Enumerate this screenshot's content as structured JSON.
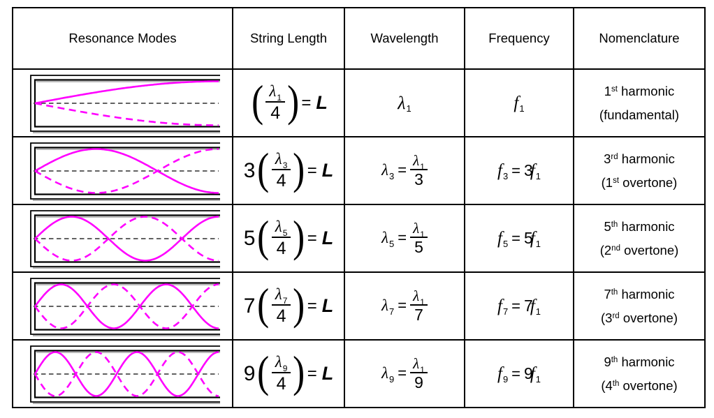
{
  "table": {
    "headers": [
      "Resonance Modes",
      "String Length",
      "Wavelength",
      "Frequency",
      "Nomenclature"
    ]
  },
  "colors": {
    "wave": "#ff00ff",
    "tube": "#000000",
    "tube_shadow": "#a3a3a3",
    "centerline": "#2f2f2f",
    "grid": "#000000"
  },
  "rows": [
    {
      "harmonic": 1,
      "length": {
        "coef": "",
        "open": "(",
        "num": "λ",
        "num_sub": "1",
        "den": "4",
        "close": ")",
        "eq": "=",
        "rhs": "L"
      },
      "wavelength": {
        "lhs": "λ",
        "lhs_sub": "1"
      },
      "frequency": {
        "lhs": "f",
        "lhs_sub": "1"
      },
      "nomenclature": {
        "line1_pre": "1",
        "line1_sup": "st",
        "line1_post": " harmonic",
        "line2_pre": "(fundamental)",
        "line2_sup": "",
        "line2_post": ""
      }
    },
    {
      "harmonic": 3,
      "length": {
        "coef": "3",
        "open": "(",
        "num": "λ",
        "num_sub": "3",
        "den": "4",
        "close": ")",
        "eq": "=",
        "rhs": "L"
      },
      "wavelength": {
        "lhs": "λ",
        "lhs_sub": "3",
        "eq": "=",
        "num": "λ",
        "num_sub": "1",
        "den": "3"
      },
      "frequency": {
        "lhs": "f",
        "lhs_sub": "3",
        "eq": "=",
        "coef": "3",
        "rhs": "f",
        "rhs_sub": "1"
      },
      "nomenclature": {
        "line1_pre": "3",
        "line1_sup": "rd",
        "line1_post": " harmonic",
        "line2_pre": "(1",
        "line2_sup": "st",
        "line2_post": " overtone)"
      }
    },
    {
      "harmonic": 5,
      "length": {
        "coef": "5",
        "open": "(",
        "num": "λ",
        "num_sub": "5",
        "den": "4",
        "close": ")",
        "eq": "=",
        "rhs": "L"
      },
      "wavelength": {
        "lhs": "λ",
        "lhs_sub": "5",
        "eq": "=",
        "num": "λ",
        "num_sub": "1",
        "den": "5"
      },
      "frequency": {
        "lhs": "f",
        "lhs_sub": "5",
        "eq": "=",
        "coef": "5",
        "rhs": "f",
        "rhs_sub": "1"
      },
      "nomenclature": {
        "line1_pre": "5",
        "line1_sup": "th",
        "line1_post": " harmonic",
        "line2_pre": "(2",
        "line2_sup": "nd",
        "line2_post": " overtone)"
      }
    },
    {
      "harmonic": 7,
      "length": {
        "coef": "7",
        "open": "(",
        "num": "λ",
        "num_sub": "7",
        "den": "4",
        "close": ")",
        "eq": "=",
        "rhs": "L"
      },
      "wavelength": {
        "lhs": "λ",
        "lhs_sub": "7",
        "eq": "=",
        "num": "λ",
        "num_sub": "1",
        "den": "7"
      },
      "frequency": {
        "lhs": "f",
        "lhs_sub": "7",
        "eq": "=",
        "coef": "7",
        "rhs": "f",
        "rhs_sub": "1"
      },
      "nomenclature": {
        "line1_pre": "7",
        "line1_sup": "th",
        "line1_post": " harmonic",
        "line2_pre": "(3",
        "line2_sup": "rd",
        "line2_post": " overtone)"
      }
    },
    {
      "harmonic": 9,
      "length": {
        "coef": "9",
        "open": "(",
        "num": "λ",
        "num_sub": "9",
        "den": "4",
        "close": ")",
        "eq": "=",
        "rhs": "L"
      },
      "wavelength": {
        "lhs": "λ",
        "lhs_sub": "9",
        "eq": "=",
        "num": "λ",
        "num_sub": "1",
        "den": "9"
      },
      "frequency": {
        "lhs": "f",
        "lhs_sub": "9",
        "eq": "=",
        "coef": "9",
        "rhs": "f",
        "rhs_sub": "1"
      },
      "nomenclature": {
        "line1_pre": "9",
        "line1_sup": "th",
        "line1_post": " harmonic",
        "line2_pre": "(4",
        "line2_sup": "th",
        "line2_post": " overtone)"
      }
    }
  ]
}
